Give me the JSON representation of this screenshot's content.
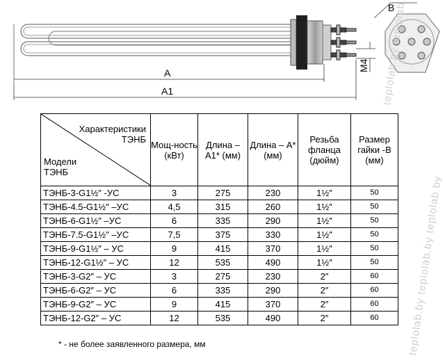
{
  "drawing": {
    "dim_a": "A",
    "dim_a1": "A1",
    "dim_m4": "M4",
    "dim_b": "B"
  },
  "watermark": "teplolab.by  teplolab.by  teplolab.by",
  "table": {
    "corner_top": "Характеристики ТЭНБ",
    "corner_bottom": "Модели ТЭНБ",
    "headers": [
      "Мощ-ность (кВт)",
      "Длина – А1* (мм)",
      "Длина – А* (мм)",
      "Резьба фланца (дюйм)",
      "Размер гайки -В (мм)"
    ],
    "rows": [
      {
        "model": "ТЭНБ-3-G1½″ -УС",
        "power": "3",
        "a1": "275",
        "a": "230",
        "thread": "1½″",
        "nut": "50"
      },
      {
        "model": "ТЭНБ-4.5-G1½″ –УС",
        "power": "4,5",
        "a1": "315",
        "a": "260",
        "thread": "1½″",
        "nut": "50"
      },
      {
        "model": "ТЭНБ-6-G1½″ –УС",
        "power": "6",
        "a1": "335",
        "a": "290",
        "thread": "1½″",
        "nut": "50"
      },
      {
        "model": "ТЭНБ-7.5-G1½″ –УС",
        "power": "7,5",
        "a1": "375",
        "a": "330",
        "thread": "1½″",
        "nut": "50"
      },
      {
        "model": "ТЭНБ-9-G1½″ – УС",
        "power": "9",
        "a1": "415",
        "a": "370",
        "thread": "1½″",
        "nut": "50"
      },
      {
        "model": "ТЭНБ-12-G1½″ – УС",
        "power": "12",
        "a1": "535",
        "a": "490",
        "thread": "1½″",
        "nut": "50"
      },
      {
        "model": "ТЭНБ-3-G2″ – УС",
        "power": "3",
        "a1": "275",
        "a": "230",
        "thread": "2″",
        "nut": "60"
      },
      {
        "model": "ТЭНБ-6-G2″ – УС",
        "power": "6",
        "a1": "335",
        "a": "290",
        "thread": "2″",
        "nut": "60"
      },
      {
        "model": "ТЭНБ-9-G2″ – УС",
        "power": "9",
        "a1": "415",
        "a": "370",
        "thread": "2″",
        "nut": "60"
      },
      {
        "model": "ТЭНБ-12-G2″ – УС",
        "power": "12",
        "a1": "535",
        "a": "490",
        "thread": "2″",
        "nut": "60"
      }
    ]
  },
  "footnote": "* - не более заявленного размера, мм"
}
